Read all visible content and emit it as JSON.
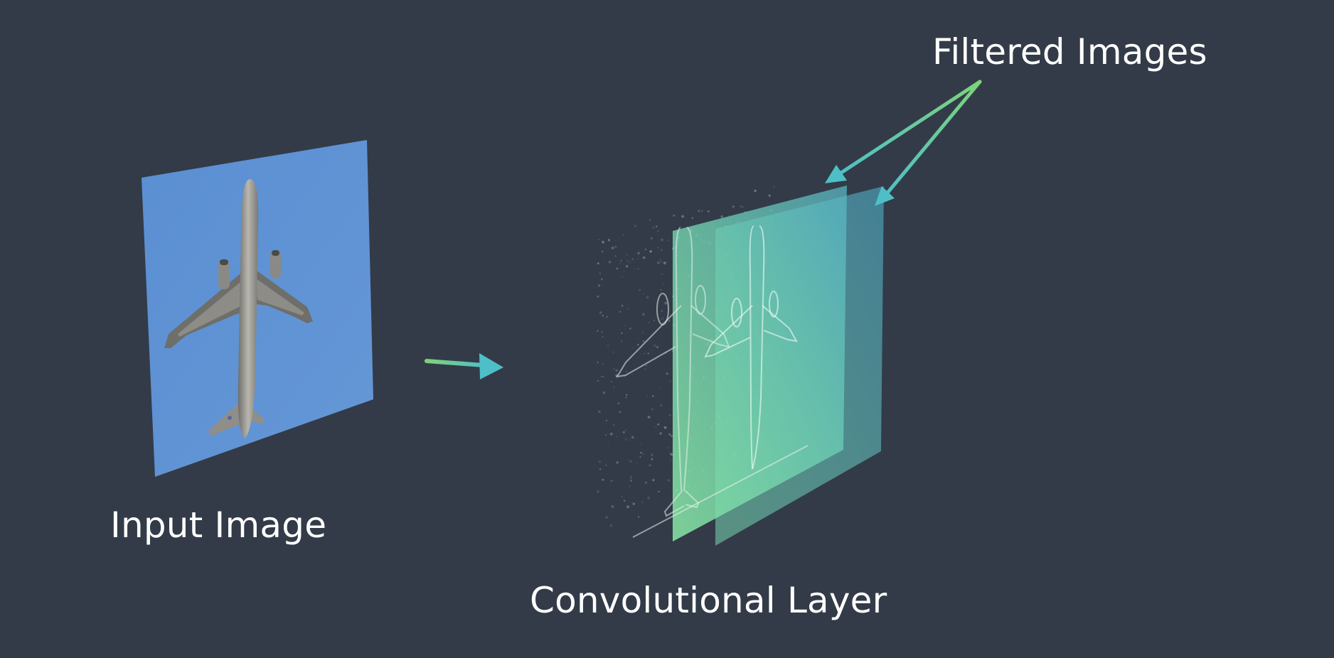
{
  "labels": {
    "input_image": "Input Image",
    "convolutional_layer": "Convolutional Layer",
    "filtered_images": "Filtered Images"
  },
  "colors": {
    "background": "#333b48",
    "sky": "#5b8fd2",
    "arrow_start": "#7ed37a",
    "arrow_end": "#4fbfc7",
    "filter_green": "#7fe3a6",
    "filter_teal": "#59b8c4",
    "text": "#ffffff"
  },
  "icons": {
    "input": "airplane-photo",
    "flow": "right-arrow",
    "pointer": "arrow-pointer"
  }
}
